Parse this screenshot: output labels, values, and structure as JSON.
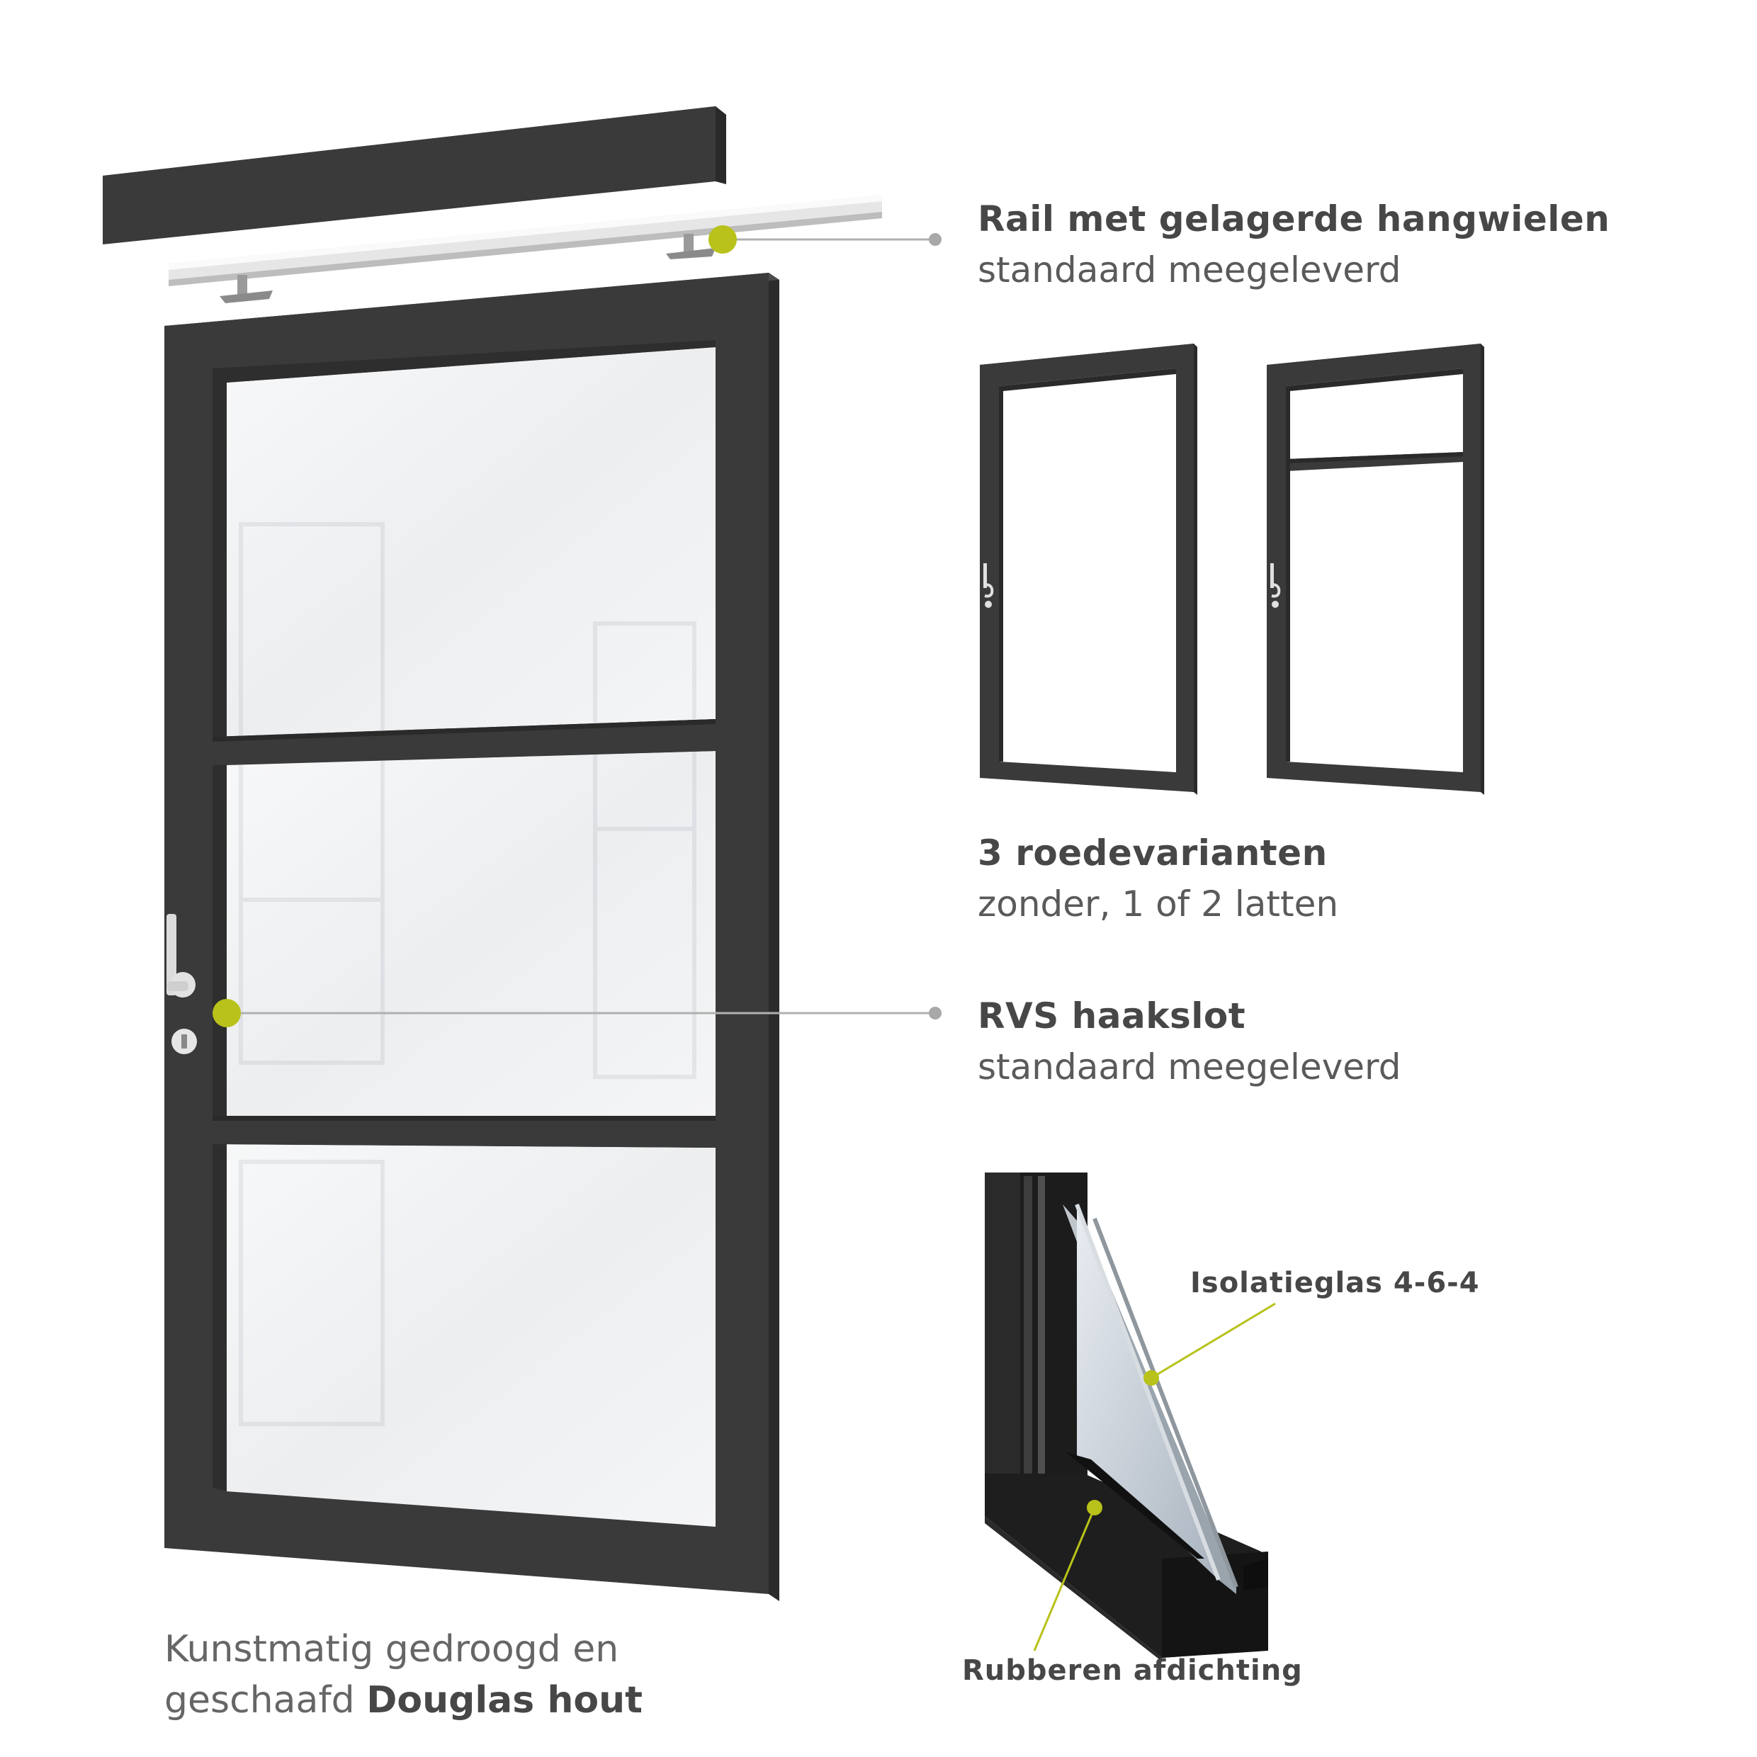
{
  "colors": {
    "frame": "#3a3a3a",
    "accent_dot": "#b8c21a",
    "leader_line": "#b0b0b0",
    "glass": "#f2f3f5"
  },
  "rail": {
    "title": "Rail met gelagerde hangwielen",
    "subtitle": "standaard meegeleverd"
  },
  "variants": {
    "title": "3 roedevarianten",
    "subtitle": "zonder, 1 of 2 latten"
  },
  "lock": {
    "title": "RVS haakslot",
    "subtitle": "standaard meegeleverd"
  },
  "profile": {
    "glass_label": "Isolatieglas 4-6-4",
    "seal_label": "Rubberen afdichting"
  },
  "material": {
    "line1": "Kunstmatig gedroogd en",
    "line2_prefix": "geschaafd ",
    "line2_bold": "Douglas hout"
  }
}
